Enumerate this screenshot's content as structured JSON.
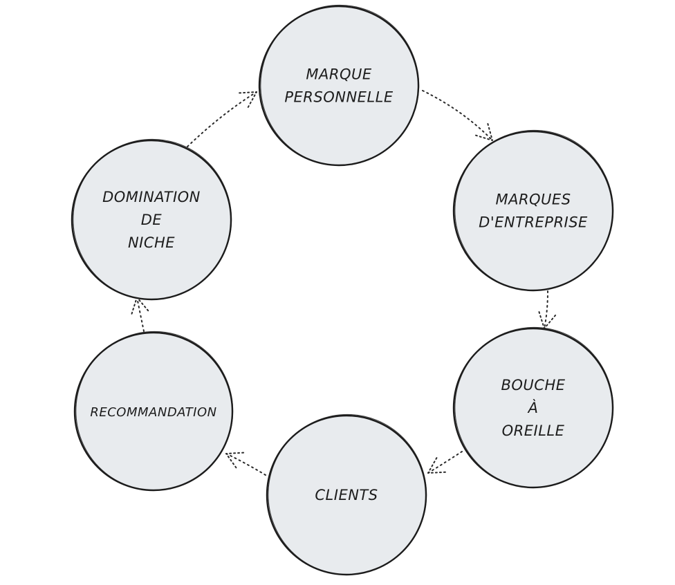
{
  "diagram": {
    "nodes": [
      {
        "id": "marque-personnelle",
        "lines": [
          "MARQUE",
          "PERSONNELLE"
        ]
      },
      {
        "id": "marques-entreprise",
        "lines": [
          "MARQUES",
          "D'ENTREPRISE"
        ]
      },
      {
        "id": "bouche-a-oreille",
        "lines": [
          "BOUCHE",
          "À",
          "OREILLE"
        ]
      },
      {
        "id": "clients",
        "lines": [
          "CLIENTS"
        ]
      },
      {
        "id": "recommandation",
        "lines": [
          "RECOMMANDATION"
        ]
      },
      {
        "id": "domination-de-niche",
        "lines": [
          "DOMINATION",
          "DE",
          "NICHE"
        ]
      }
    ],
    "edges": [
      {
        "from": "marque-personnelle",
        "to": "marques-entreprise"
      },
      {
        "from": "marques-entreprise",
        "to": "bouche-a-oreille"
      },
      {
        "from": "bouche-a-oreille",
        "to": "clients"
      },
      {
        "from": "clients",
        "to": "recommandation"
      },
      {
        "from": "recommandation",
        "to": "domination-de-niche"
      },
      {
        "from": "domination-de-niche",
        "to": "marque-personnelle"
      }
    ],
    "colors": {
      "node_fill": "#e8ebee",
      "stroke": "#1c1c1c"
    }
  }
}
